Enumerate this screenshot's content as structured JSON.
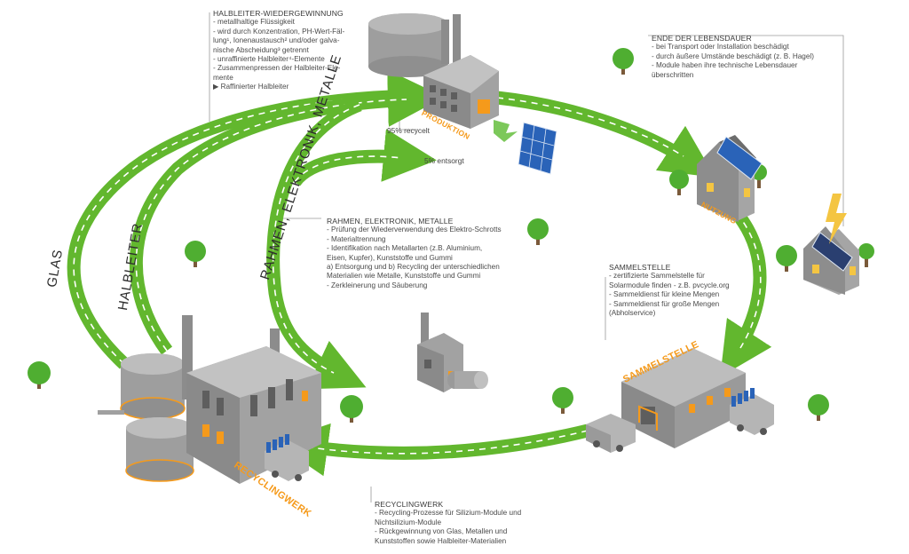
{
  "colors": {
    "arrow_green": "#62b72e",
    "arrow_dash": "#ffffff",
    "building_grey": "#9a9a9a",
    "accent_orange": "#f59a1b",
    "tree_green": "#4fae31",
    "panel_blue": "#2a63b8"
  },
  "boxes": {
    "halbleiter": {
      "title": "HALBLEITER-WIEDERGEWINNUNG",
      "items": [
        "- metallhaltige Flüssigkeit",
        "- wird durch Konzentration, PH-Wert-Fäl-",
        "lung¹, Ionenaustausch² und/oder galva-",
        "nische Abscheidung³ getrennt",
        "- unraffinierte Halbleiter⁴-Elemente",
        "- Zusammenpressen der Halbleiter-Ele-",
        "mente",
        "▶ Raffinierter Halbleiter"
      ]
    },
    "ende": {
      "title": "ENDE DER LEBENSDAUER",
      "items": [
        "- bei Transport oder Installation beschädigt",
        "- durch äußere Umstände beschädigt (z. B. Hagel)",
        "- Module haben ihre technische Lebensdauer",
        "überschritten"
      ]
    },
    "rahmen": {
      "title": "RAHMEN, ELEKTRONIK, METALLE",
      "items": [
        "- Prüfung der Wiederverwendung des Elektro-Schrotts",
        "- Materialtrennung",
        "- Identifikation nach Metallarten (z.B. Aluminium,",
        "Eisen, Kupfer), Kunststoffe und Gummi",
        "a) Entsorgung und b) Recycling der unterschiedlichen",
        "Materialien wie Metalle, Kunststoffe und Gummi",
        "- Zerkleinerung und Säuberung"
      ]
    },
    "sammel": {
      "title": "SAMMELSTELLE",
      "items": [
        "- zertifizierte Sammelstelle für",
        "Solarmodule finden - z.B. pvcycle.org",
        "- Sammeldienst für kleine Mengen",
        "- Sammeldienst für große Mengen",
        "(Abholservice)"
      ]
    },
    "recycling": {
      "title": "RECYCLINGWERK",
      "items": [
        "- Recycling-Prozesse für Silizium-Module und",
        "Nichtsilizium-Module",
        "- Rückgewinnung von Glas, Metallen und",
        "Kunststoffen sowie Halbleiter-Materialien"
      ]
    }
  },
  "flow_labels": {
    "glas": "GLAS",
    "halbleiter": "HALBLEITER",
    "rahmen": "RAHMEN, ELEKTRONIK, METALLE",
    "recycelt": "95% recycelt",
    "entsorgt": "5% entsorgt"
  },
  "building_labels": {
    "produktion": "PRODUKTION",
    "nutzung": "NUTZUNG",
    "sammelstelle": "SAMMELSTELLE",
    "recyclingwerk": "RECYCLINGWERK"
  }
}
